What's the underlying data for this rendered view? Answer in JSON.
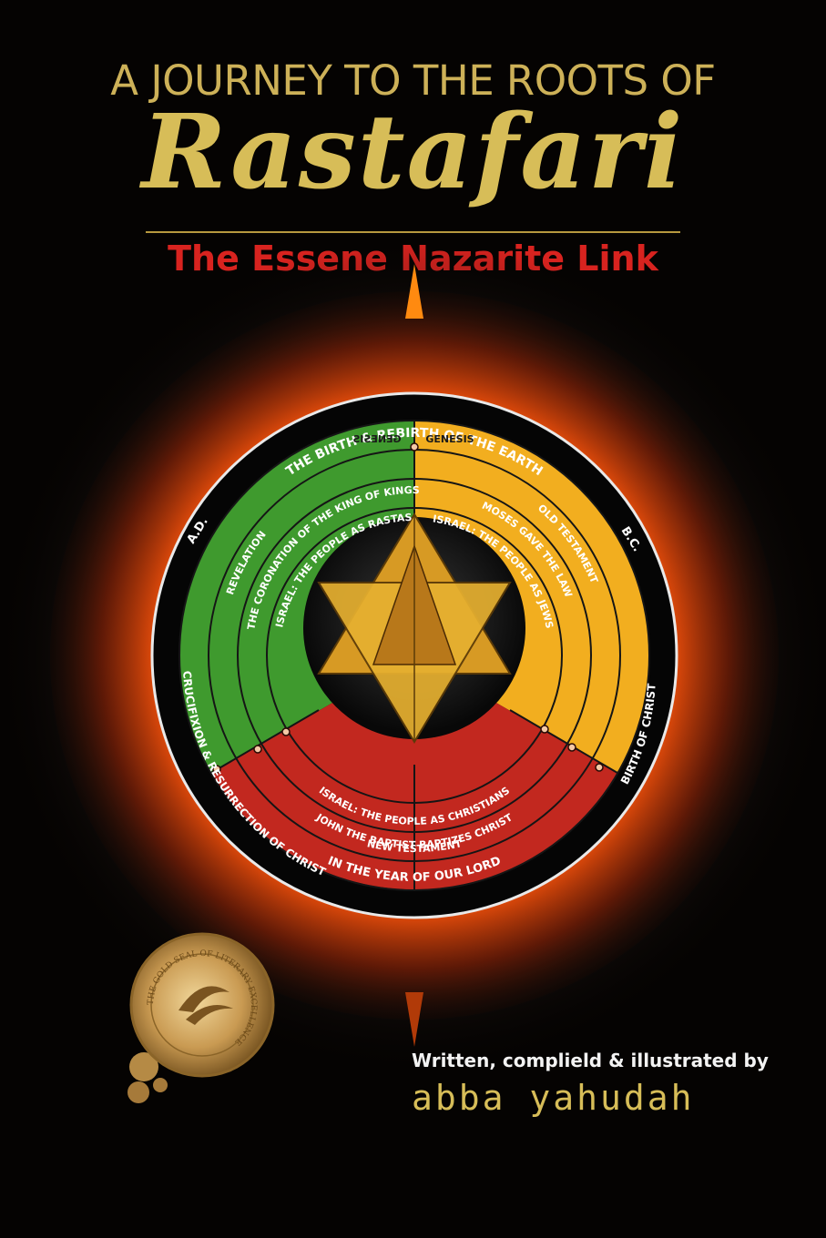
{
  "title_line1": "A JOURNEY TO THE ROOTS OF",
  "title_script": "Rastafari",
  "subtitle": "The Essene Nazarite Link",
  "wheel": {
    "top": "THE BIRTH & REBIRTH OF THE EARTH",
    "genesis": "GENESIS",
    "genesis_mirror": "GENESIS",
    "ad": "A.D.",
    "bc": "B.C.",
    "revelation": "REVELATION",
    "coronation": "THE CORONATION OF THE KING OF KINGS",
    "israel_rastas": "ISRAEL: THE PEOPLE AS RASTAS",
    "old_testament": "OLD TESTAMENT",
    "moses": "MOSES GAVE THE LAW",
    "israel_jews": "ISRAEL: THE PEOPLE AS JEWS",
    "israel_christians": "ISRAEL: THE PEOPLE AS CHRISTIANS",
    "john": "JOHN THE BAPTIST BAPTIZES CHRIST",
    "new_testament": "NEW TESTAMENT",
    "crucifixion": "CRUCIFIXION & RESURRECTION OF CHRIST",
    "birth_christ": "BIRTH OF CHRIST",
    "year_lord": "IN THE YEAR OF OUR LORD"
  },
  "seal_text": "THE GOLD SEAL OF LITERARY EXCELLENCE",
  "credit": "Written, complield & illustrated by",
  "author": "abba yahudah",
  "colors": {
    "green": "#3f9a2e",
    "gold": "#f2ae1f",
    "red": "#c2281f",
    "title_gold": "#cdb158",
    "subtitle_red": "#d8231f"
  }
}
